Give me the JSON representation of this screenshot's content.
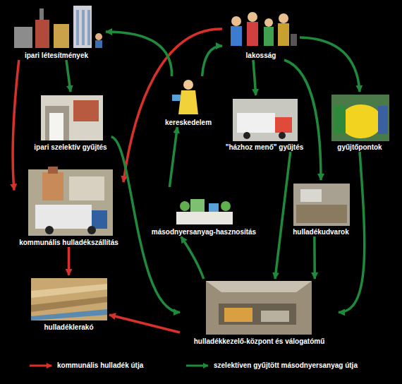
{
  "diagram": {
    "nodes": [
      {
        "text": [
          "ipari létesítmények"
        ]
      },
      {
        "text": [
          "lakosság"
        ]
      },
      {
        "text": [
          "kereskedelem"
        ]
      },
      {
        "text": [
          "ipari szelektív gyűjtés"
        ]
      },
      {
        "text": [
          "\"házhoz menő\" gyűjtés"
        ]
      },
      {
        "text": [
          "gyűjtőpontok"
        ]
      },
      {
        "text": [
          "kommunális hulladékszállítás"
        ]
      },
      {
        "text": [
          "másodnyersanyag-hasznosítás"
        ]
      },
      {
        "text": [
          "hulladékudvarok"
        ]
      },
      {
        "text": [
          "hulladéklerakó"
        ]
      },
      {
        "text": [
          "hulladékkezelő-központ és válogatómű"
        ]
      }
    ],
    "edges": [
      {
        "from": 0,
        "to": 3,
        "arrow": "to"
      },
      {
        "from": 0,
        "to": 6,
        "arrow": "to"
      },
      {
        "from": 1,
        "to": 6,
        "arrow": "to"
      },
      {
        "from": 6,
        "to": 9,
        "arrow": "to"
      },
      {
        "from": 10,
        "to": 9,
        "arrow": "to"
      },
      {
        "from": 2,
        "to": 0,
        "arrow": "to"
      },
      {
        "from": 2,
        "to": 1,
        "arrow": "to"
      },
      {
        "from": 3,
        "to": 10,
        "arrow": "to"
      },
      {
        "from": 1,
        "to": 4,
        "arrow": "to"
      },
      {
        "from": 1,
        "to": 5,
        "arrow": "to"
      },
      {
        "from": 1,
        "to": 8,
        "arrow": "to"
      },
      {
        "from": 4,
        "to": 10,
        "arrow": "to"
      },
      {
        "from": 5,
        "to": 10,
        "arrow": "to"
      },
      {
        "from": 8,
        "to": 10,
        "arrow": "to"
      },
      {
        "from": 10,
        "to": 7,
        "arrow": "to"
      },
      {
        "from": 7,
        "to": 2,
        "arrow": "to"
      }
    ],
    "legend": [
      {
        "text": "kommunális hulladék útja"
      },
      {
        "text": "szelektíven gyűjtött másodnyersanyag útja"
      }
    ]
  }
}
